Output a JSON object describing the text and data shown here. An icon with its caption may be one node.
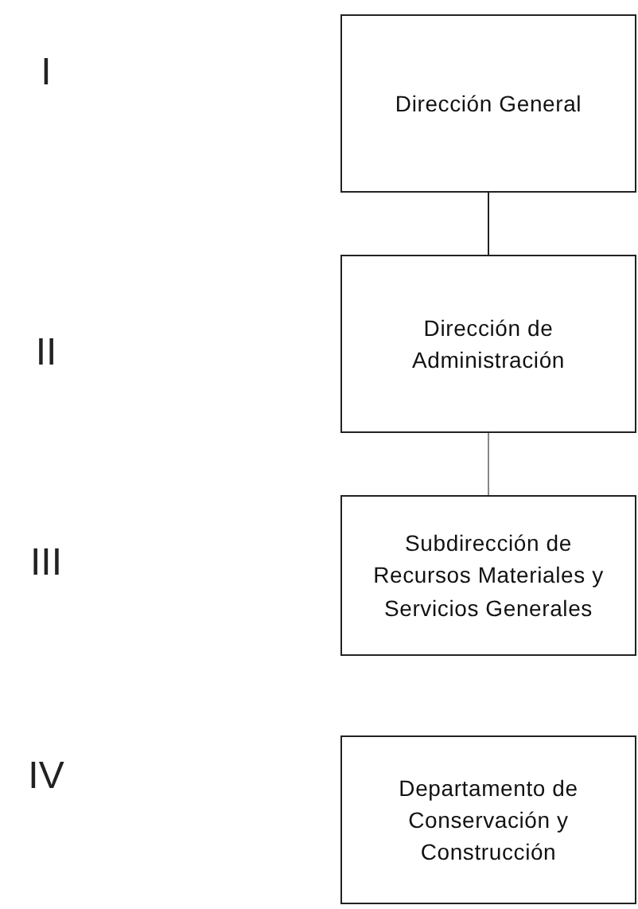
{
  "diagram": {
    "nodes": [
      {
        "text": [
          "Dirección General"
        ]
      },
      {
        "text": [
          "Dirección de Administración"
        ]
      },
      {
        "text": [
          "Subdirección de Recursos Materiales y Servicios Generales"
        ]
      },
      {
        "text": [
          "Departamento de Conservación y Construcción"
        ]
      }
    ],
    "edges": [
      {
        "from": 0,
        "to": 1,
        "arrow": "none"
      },
      {
        "from": 1,
        "to": 2,
        "arrow": "none",
        "color": "#888888"
      }
    ],
    "labels": [
      "I",
      "II",
      "III",
      "IV"
    ]
  }
}
